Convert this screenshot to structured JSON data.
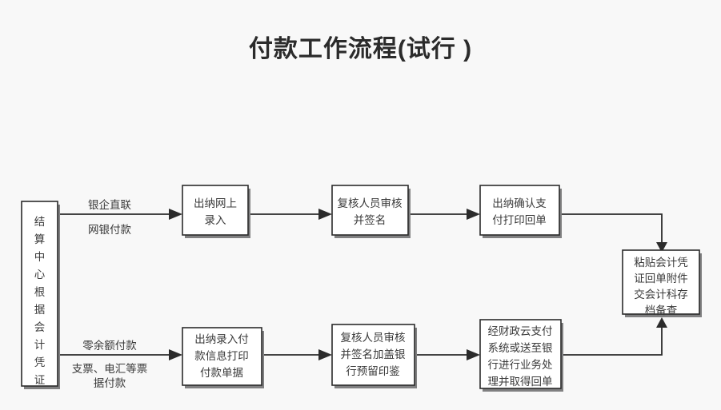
{
  "page": {
    "title": "付款工作流程(试行 )",
    "background_color": "#f8f8f8",
    "line_color": "#2b2b2b",
    "box_fill": "#ffffff",
    "text_color": "#3a3a3a"
  },
  "chart_data": {
    "type": "diagram",
    "title": "付款工作流程(试行 )",
    "nodes": [
      {
        "id": "start",
        "label": "结算中心根据会计凭证",
        "orientation": "vertical",
        "chars": [
          "结",
          "算",
          "中",
          "心",
          "根",
          "据",
          "会",
          "计",
          "凭",
          "证"
        ]
      },
      {
        "id": "top1",
        "label": "出纳网上录入",
        "lines": [
          "出纳网上",
          "录入"
        ]
      },
      {
        "id": "top2",
        "label": "复核人员审核并签名",
        "lines": [
          "复核人员审核",
          "并签名"
        ]
      },
      {
        "id": "top3",
        "label": "出纳确认支付打印回单",
        "lines": [
          "出纳确认支",
          "付打印回单"
        ]
      },
      {
        "id": "bottom1",
        "label": "出纳录入付款信息打印付款单据",
        "lines": [
          "出纳录入付",
          "款信息打印",
          "付款单据"
        ]
      },
      {
        "id": "bottom2",
        "label": "复核人员审核并签名加盖银行预留印鉴",
        "lines": [
          "复核人员审核",
          "并签名加盖银",
          "行预留印鉴"
        ]
      },
      {
        "id": "bottom3",
        "label": "经财政云支付系统或送至银行进行业务处理并取得回单",
        "lines": [
          "经财政云支付",
          "系统或送至银",
          "行进行业务处",
          "理并取得回单"
        ]
      },
      {
        "id": "final",
        "label": "粘贴会计凭证回单附件交会计科存档备查",
        "lines": [
          "粘贴会计凭",
          "证回单附件",
          "交会计科存",
          "档备查"
        ]
      }
    ],
    "edges": [
      {
        "from": "start",
        "to": "top1",
        "label_above": "银企直联",
        "label_below": "网银付款"
      },
      {
        "from": "top1",
        "to": "top2",
        "label_above": "",
        "label_below": ""
      },
      {
        "from": "top2",
        "to": "top3",
        "label_above": "",
        "label_below": ""
      },
      {
        "from": "top3",
        "to": "final",
        "label_above": "",
        "label_below": ""
      },
      {
        "from": "start",
        "to": "bottom1",
        "label_above": "零余额付款",
        "label_below": "支票、电汇等票据付款"
      },
      {
        "from": "bottom1",
        "to": "bottom2",
        "label_above": "",
        "label_below": ""
      },
      {
        "from": "bottom2",
        "to": "bottom3",
        "label_above": "",
        "label_below": ""
      },
      {
        "from": "bottom3",
        "to": "final",
        "label_above": "",
        "label_below": ""
      }
    ]
  },
  "labels": {
    "edge_top_above": "银企直联",
    "edge_top_below": "网银付款",
    "edge_bottom_above": "零余额付款",
    "edge_bottom_below_line1": "支票、电汇等票",
    "edge_bottom_below_line2": "据付款"
  },
  "nodes_text": {
    "start_chars": {
      "c0": "结",
      "c1": "算",
      "c2": "中",
      "c3": "心",
      "c4": "根",
      "c5": "据",
      "c6": "会",
      "c7": "计",
      "c8": "凭",
      "c9": "证"
    },
    "top1": {
      "l0": "出纳网上",
      "l1": "录入"
    },
    "top2": {
      "l0": "复核人员审核",
      "l1": "并签名"
    },
    "top3": {
      "l0": "出纳确认支",
      "l1": "付打印回单"
    },
    "bottom1": {
      "l0": "出纳录入付",
      "l1": "款信息打印",
      "l2": "付款单据"
    },
    "bottom2": {
      "l0": "复核人员审核",
      "l1": "并签名加盖银",
      "l2": "行预留印鉴"
    },
    "bottom3": {
      "l0": "经财政云支付",
      "l1": "系统或送至银",
      "l2": "行进行业务处",
      "l3": "理并取得回单"
    },
    "final": {
      "l0": "粘贴会计凭",
      "l1": "证回单附件",
      "l2": "交会计科存",
      "l3": "档备查"
    }
  }
}
